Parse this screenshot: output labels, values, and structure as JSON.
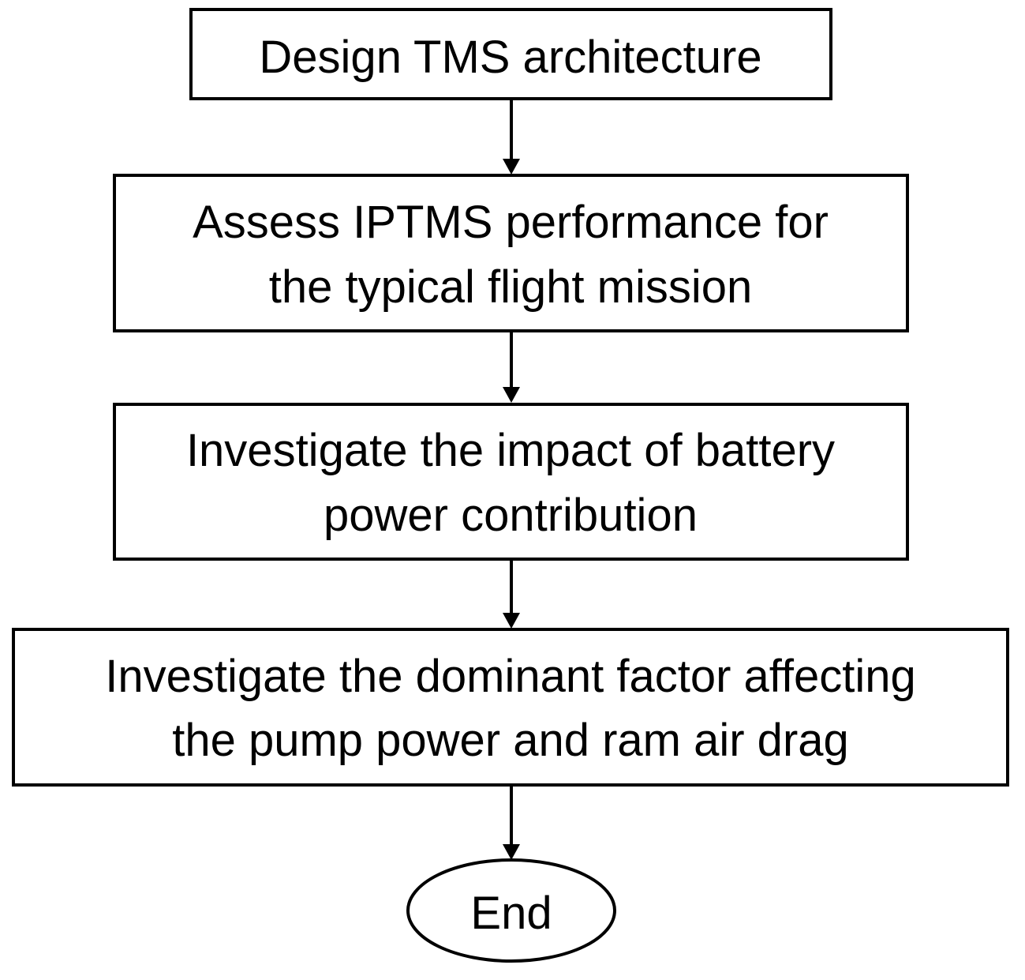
{
  "flowchart": {
    "steps": [
      {
        "id": "design-tms-architecture",
        "lines": [
          "Design TMS architecture"
        ]
      },
      {
        "id": "assess-iptms-performance",
        "lines": [
          "Assess IPTMS performance for",
          "the typical flight mission"
        ]
      },
      {
        "id": "investigate-battery-impact",
        "lines": [
          "Investigate the impact of battery",
          "power contribution"
        ]
      },
      {
        "id": "investigate-dominant-factor",
        "lines": [
          "Investigate the dominant factor affecting",
          "the pump power and ram air drag"
        ]
      }
    ],
    "terminal": {
      "id": "end",
      "label": "End"
    },
    "colors": {
      "stroke": "#000000",
      "fill": "#ffffff",
      "text": "#000000"
    }
  }
}
